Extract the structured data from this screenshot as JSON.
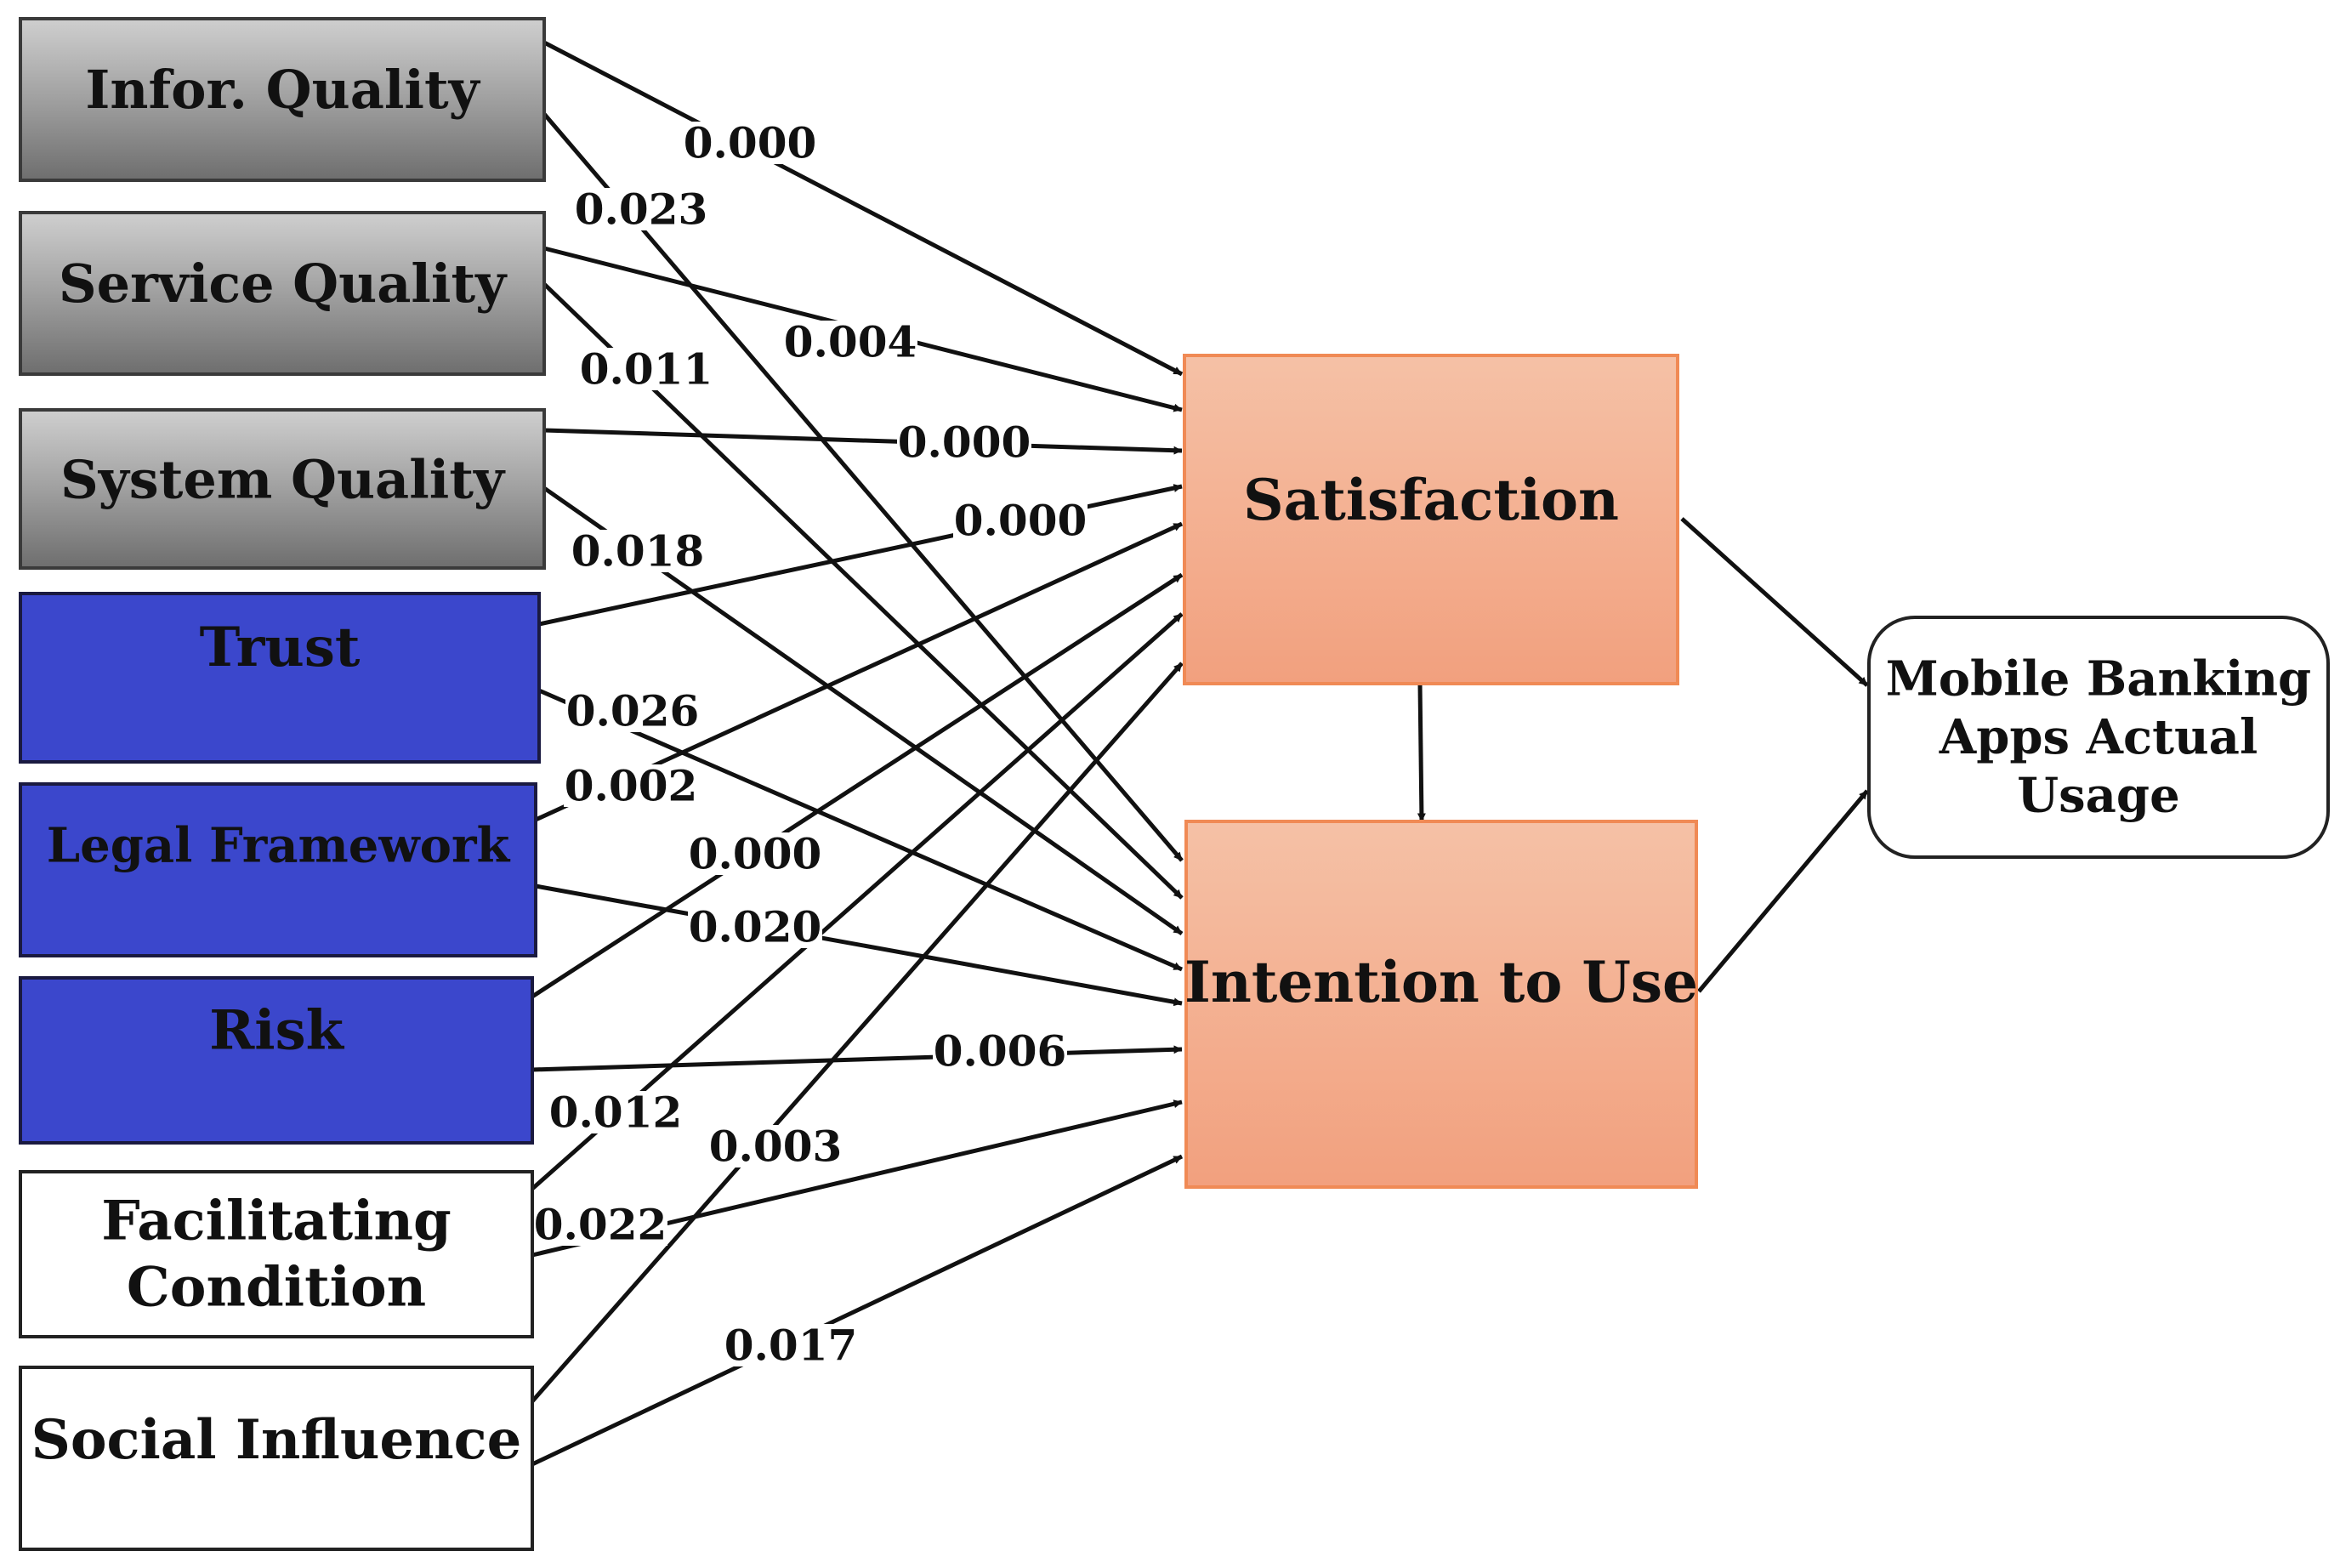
{
  "colors": {
    "gray_box_top": "#cfcfcf",
    "gray_box_mid": "#a0a0a0",
    "gray_box_bottom": "#6e6e6e",
    "blue_box": "#3b47cc",
    "white_box": "#ffffff",
    "orange_top": "#f5c1a6",
    "orange_bottom": "#f2a07e",
    "orange_border": "#f08a55",
    "line": "#111111"
  },
  "nodes": {
    "infor_quality": {
      "lines": [
        "Infor. Quality"
      ]
    },
    "service_quality": {
      "lines": [
        "Service Quality"
      ]
    },
    "system_quality": {
      "lines": [
        "System Quality"
      ]
    },
    "trust": {
      "lines": [
        "Trust"
      ]
    },
    "legal_framework": {
      "lines": [
        "Legal Framework"
      ]
    },
    "risk": {
      "lines": [
        "Risk"
      ]
    },
    "facilitating_condition": {
      "lines": [
        "Facilitating",
        "Condition"
      ]
    },
    "social_influence": {
      "lines": [
        "Social Influence"
      ]
    },
    "satisfaction": {
      "lines": [
        "Satisfaction"
      ]
    },
    "intention_to_use": {
      "lines": [
        "Intention to Use"
      ]
    },
    "actual_usage": {
      "lines": [
        "Mobile Banking",
        "Apps Actual",
        "Usage"
      ]
    }
  },
  "edges": [
    {
      "from": "infor_quality",
      "to": "satisfaction",
      "label": "0.000"
    },
    {
      "from": "infor_quality",
      "to": "intention_to_use",
      "label": "0.023"
    },
    {
      "from": "service_quality",
      "to": "satisfaction",
      "label": "0.004"
    },
    {
      "from": "service_quality",
      "to": "intention_to_use",
      "label": "0.011"
    },
    {
      "from": "system_quality",
      "to": "satisfaction",
      "label": "0.000"
    },
    {
      "from": "system_quality",
      "to": "intention_to_use",
      "label": "0.018"
    },
    {
      "from": "trust",
      "to": "satisfaction",
      "label": "0.000"
    },
    {
      "from": "trust",
      "to": "intention_to_use",
      "label": "0.026"
    },
    {
      "from": "legal_framework",
      "to": "satisfaction",
      "label": "0.002"
    },
    {
      "from": "legal_framework",
      "to": "intention_to_use",
      "label": "0.020"
    },
    {
      "from": "risk",
      "to": "satisfaction",
      "label": "0.000"
    },
    {
      "from": "risk",
      "to": "intention_to_use",
      "label": "0.006"
    },
    {
      "from": "facilitating_condition",
      "to": "satisfaction",
      "label": "0.012"
    },
    {
      "from": "facilitating_condition",
      "to": "intention_to_use",
      "label": "0.022"
    },
    {
      "from": "social_influence",
      "to": "satisfaction",
      "label": "0.003"
    },
    {
      "from": "social_influence",
      "to": "intention_to_use",
      "label": "0.017"
    },
    {
      "from": "satisfaction",
      "to": "intention_to_use",
      "label": ""
    },
    {
      "from": "satisfaction",
      "to": "actual_usage",
      "label": ""
    },
    {
      "from": "intention_to_use",
      "to": "actual_usage",
      "label": ""
    }
  ]
}
